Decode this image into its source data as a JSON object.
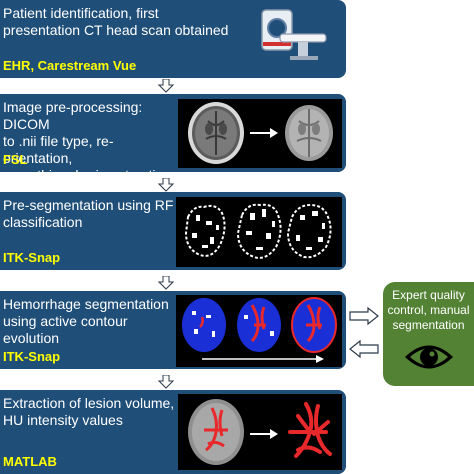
{
  "steps": [
    {
      "description": "Patient identification, first\npresentation CT head scan obtained",
      "tool": "EHR, Carestream Vue"
    },
    {
      "description": "Image pre-processing: DICOM\nto .nii file type, re-orientation,\nsmoothing, brain extraction",
      "tool": "FSL"
    },
    {
      "description": "Pre-segmentation using RF\nclassification",
      "tool": "ITK-Snap"
    },
    {
      "description": "Hemorrhage segmentation\nusing active contour\nevolution",
      "tool": "ITK-Snap"
    },
    {
      "description": "Extraction of lesion volume,\nHU intensity values",
      "tool": "MATLAB"
    }
  ],
  "side_panel": {
    "label": "Expert quality\ncontrol, manual\nsegmentation",
    "icon": "eye-icon"
  },
  "icons": [
    "ct-scanner-icon",
    "eye-icon"
  ],
  "colors": {
    "step_background": "#1f4e79",
    "tool_text": "#ffff00",
    "side_panel_background": "#548235",
    "mask_blue": "#1a2fd6",
    "hemorrhage_red": "#e8282a"
  }
}
